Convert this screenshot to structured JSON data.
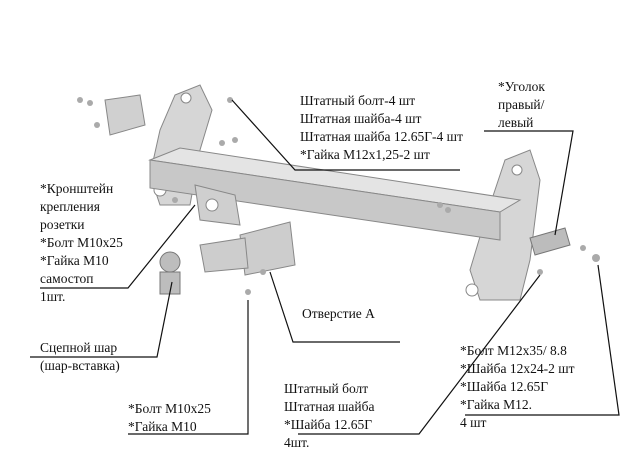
{
  "labels": {
    "standard_kit": [
      "Штатный болт-4 шт",
      "Штатная шайба-4 шт",
      "Штатная шайба 12.65Г-4 шт",
      "*Гайка М12х1,25-2 шт"
    ],
    "corner": [
      "*Уголок",
      "правый/",
      "левый"
    ],
    "socket_bracket": [
      "*Кронштейн",
      "крепления",
      "розетки",
      "*Болт М10х25",
      "*Гайка М10",
      "самостоп",
      "1шт."
    ],
    "tow_ball": [
      "Сцепной шар",
      "(шар-вставка)"
    ],
    "bolt_m10": [
      "*Болт М10х25",
      "*Гайка М10"
    ],
    "hole_a": "Отверстие А",
    "standard_bolt_bottom": [
      "Штатный болт",
      "Штатная шайба",
      "*Шайба 12.65Г",
      "4шт."
    ],
    "bolt_m12": [
      "*Болт М12х35/ 8.8",
      "*Шайба 12х24-2 шт",
      "*Шайба 12.65Г",
      "*Гайка М12.",
      "4 шт"
    ]
  },
  "colors": {
    "part_fill": "#d4d4d4",
    "part_dark": "#9a9a9a",
    "line": "#111111"
  }
}
